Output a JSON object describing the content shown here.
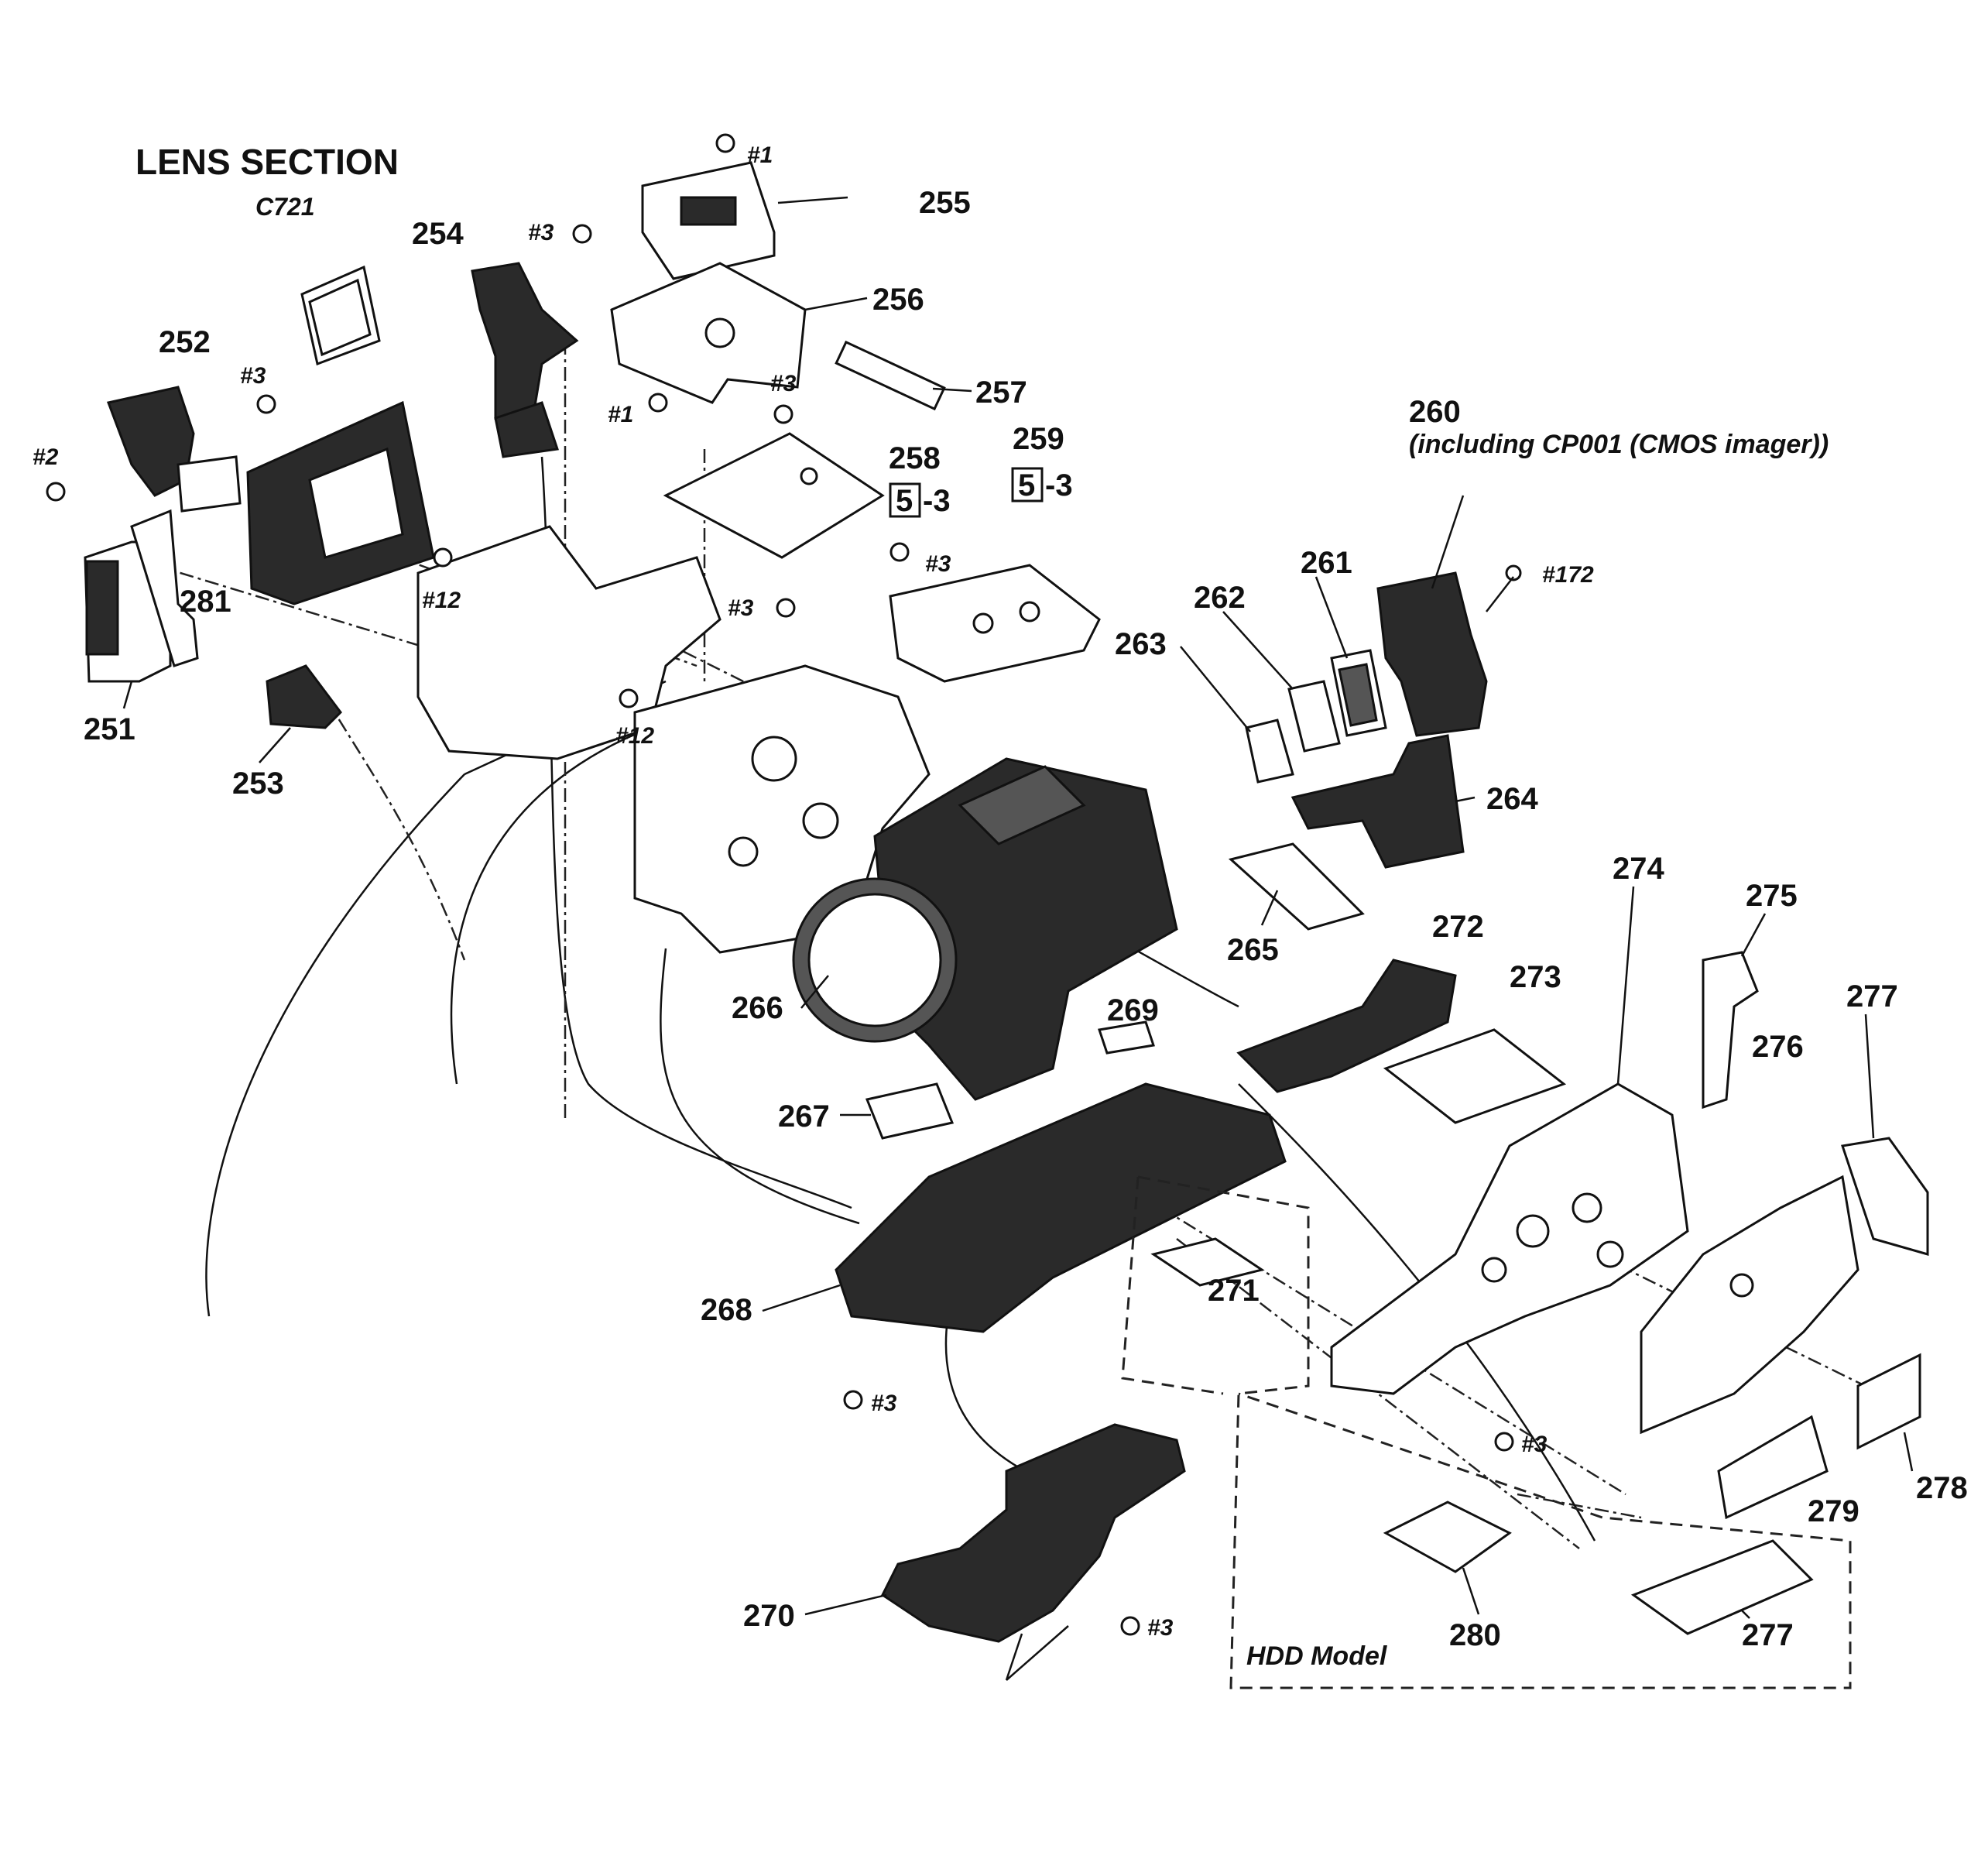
{
  "diagram": {
    "title": "LENS SECTION",
    "subtitle": "C721",
    "note_260": "(including CP001 (CMOS imager))",
    "hdd_label": "HDD Model",
    "ref_258": {
      "box": "5",
      "suffix": "-3"
    },
    "ref_259": {
      "box": "5",
      "suffix": "-3"
    },
    "parts": {
      "p251": "251",
      "p252": "252",
      "p253": "253",
      "p254": "254",
      "p255": "255",
      "p256": "256",
      "p257": "257",
      "p258": "258",
      "p259": "259",
      "p260": "260",
      "p261": "261",
      "p262": "262",
      "p263": "263",
      "p264": "264",
      "p265": "265",
      "p266": "266",
      "p267": "267",
      "p268": "268",
      "p269": "269",
      "p270": "270",
      "p271": "271",
      "p272": "272",
      "p273": "273",
      "p274": "274",
      "p275": "275",
      "p276": "276",
      "p277a": "277",
      "p277b": "277",
      "p278": "278",
      "p279": "279",
      "p280": "280",
      "p281": "281"
    },
    "screws": {
      "s1_top": "#1",
      "s3_top": "#3",
      "s3_left": "#3",
      "s2_left": "#2",
      "s1_mid": "#1",
      "s3_mid": "#3",
      "s12_a": "#12",
      "s3_b": "#3",
      "s3_c": "#3",
      "s12_b": "#12",
      "s172": "#172",
      "s3_bottom": "#3",
      "s3_lower": "#3",
      "s3_right": "#3"
    }
  }
}
